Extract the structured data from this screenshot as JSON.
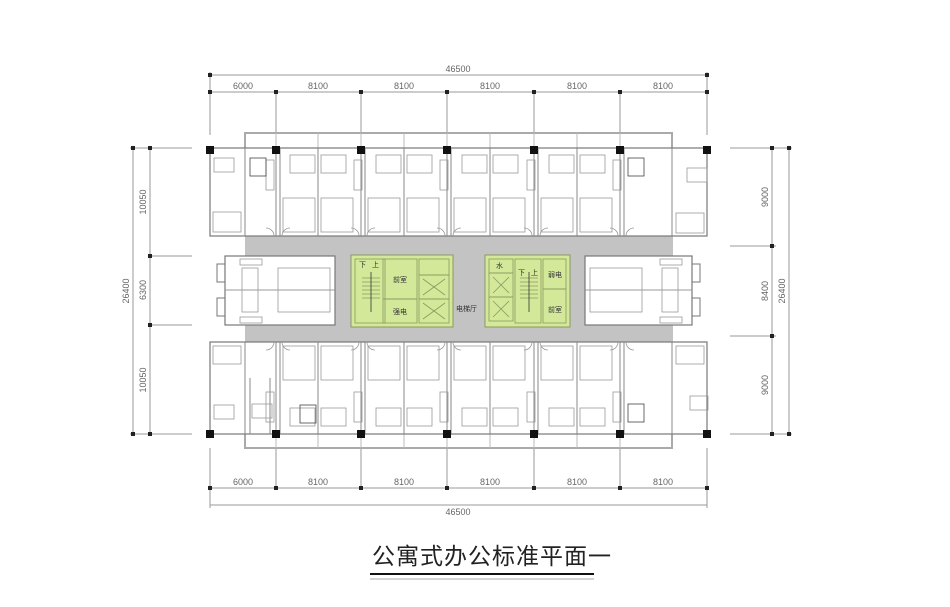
{
  "drawing": {
    "title": "公寓式办公标准平面一",
    "type": "architectural floor plan"
  },
  "dimensions": {
    "top_total": "46500",
    "top_bays": [
      "6000",
      "8100",
      "8100",
      "8100",
      "8100",
      "8100"
    ],
    "bottom_total": "46500",
    "bottom_bays": [
      "6000",
      "8100",
      "8100",
      "8100",
      "8100",
      "8100"
    ],
    "left_total": "26400",
    "left_segments": [
      "10050",
      "6300",
      "10050"
    ],
    "right_total": "26400",
    "right_segments": [
      "9000",
      "8400",
      "9000"
    ]
  },
  "core": {
    "left": {
      "labels": [
        "下",
        "上",
        "前室",
        "强电"
      ]
    },
    "center_label": "电梯厅",
    "right": {
      "labels": [
        "水",
        "下",
        "上",
        "弱电",
        "前室"
      ]
    },
    "core_color": "#d4e89a",
    "corridor_color": "#c3c3c3"
  }
}
